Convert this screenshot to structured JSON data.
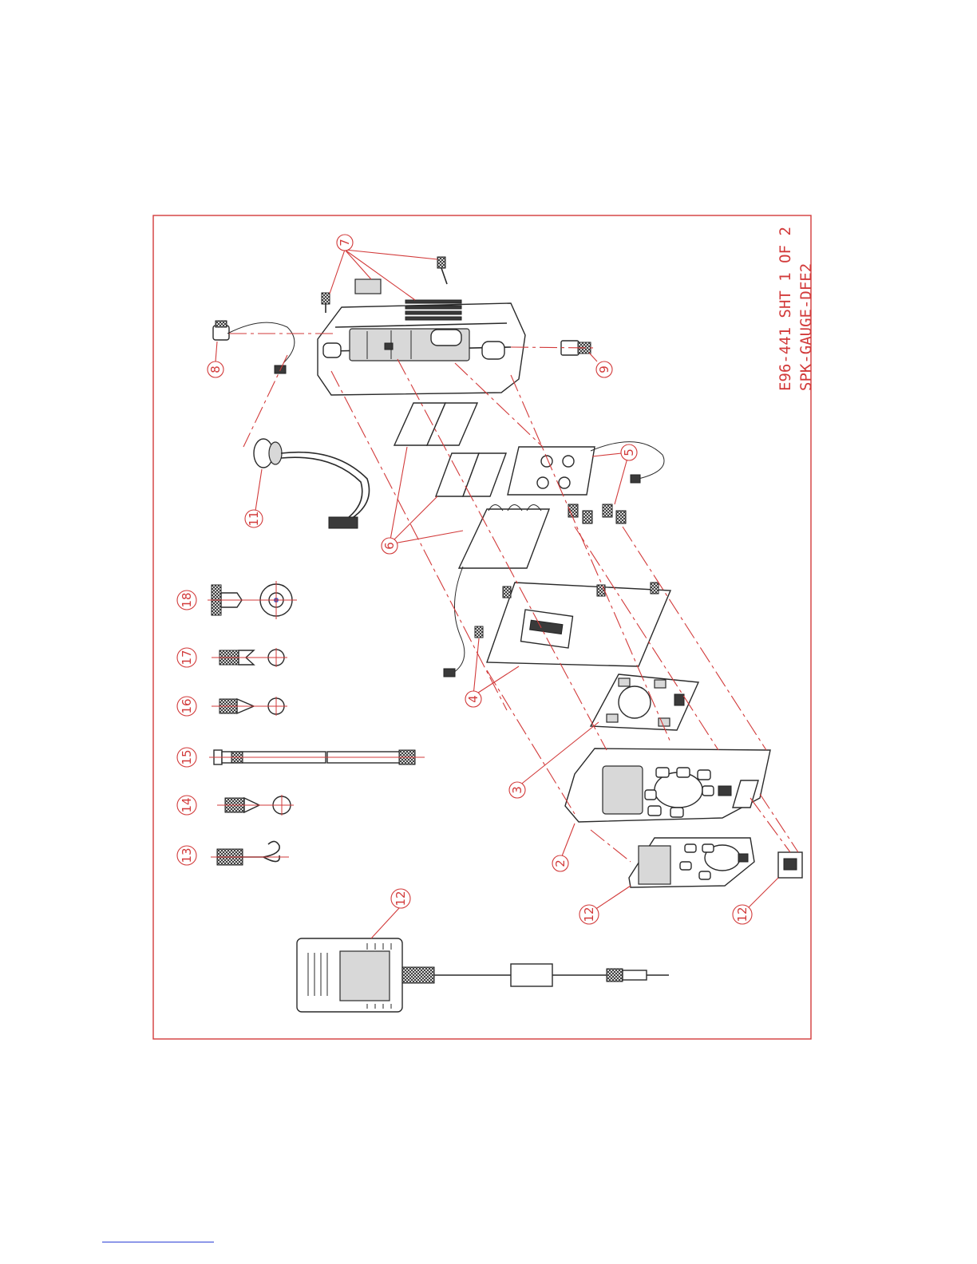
{
  "drawing": {
    "sheet_label": "E96-441 SHT 1 OF 2",
    "model_label": "SPK-GAUGE-DFE2"
  },
  "balloons": [
    {
      "id": "b7",
      "label": "7"
    },
    {
      "id": "b8",
      "label": "8"
    },
    {
      "id": "b9",
      "label": "9"
    },
    {
      "id": "b5",
      "label": "5"
    },
    {
      "id": "b11",
      "label": "11"
    },
    {
      "id": "b6",
      "label": "6"
    },
    {
      "id": "b4",
      "label": "4"
    },
    {
      "id": "b3",
      "label": "3"
    },
    {
      "id": "b2",
      "label": "2"
    },
    {
      "id": "b12a",
      "label": "12"
    },
    {
      "id": "b12b",
      "label": "12"
    },
    {
      "id": "b12c",
      "label": "12"
    },
    {
      "id": "b18",
      "label": "18"
    },
    {
      "id": "b17",
      "label": "17"
    },
    {
      "id": "b16",
      "label": "16"
    },
    {
      "id": "b15",
      "label": "15"
    },
    {
      "id": "b14",
      "label": "14"
    },
    {
      "id": "b13",
      "label": "13"
    }
  ],
  "colors": {
    "annotation": "#d23a3a",
    "linework": "#2a2a2a",
    "link": "#2b3fd6"
  }
}
